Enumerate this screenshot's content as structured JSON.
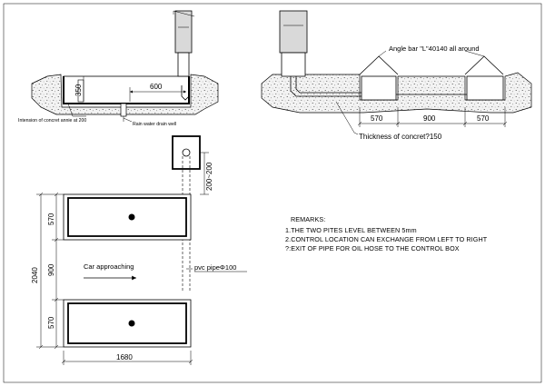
{
  "side_section": {
    "dim_pit_width": "600",
    "dim_pit_depth": "350",
    "note_concrete_intension": "Intension of concret annie at 200",
    "note_drain": "Rain water drain well"
  },
  "front_section": {
    "angle_bar_note": "Angle bar \"L\"40140   all around",
    "dim_left": "570",
    "dim_mid": "900",
    "dim_right": "570",
    "thickness_note": "Thickness of concret?150"
  },
  "plan": {
    "dim_total_height": "2040",
    "dim_top_pit": "570",
    "dim_gap": "900",
    "dim_bottom_pit": "570",
    "dim_width": "1680",
    "dim_box_offset": "200~200",
    "car_label": "Car approaching",
    "pipe_label": "pvc pipeΦ100"
  },
  "remarks": {
    "title": "REMARKS:",
    "items": [
      "1.THE TWO PITES LEVEL BETWEEN  5mm",
      "2.CONTROL LOCATION CAN EXCHANGE FROM LEFT TO RIGHT",
      "?:EXIT OF PIPE FOR OIL HOSE TO THE CONTROL BOX"
    ]
  }
}
